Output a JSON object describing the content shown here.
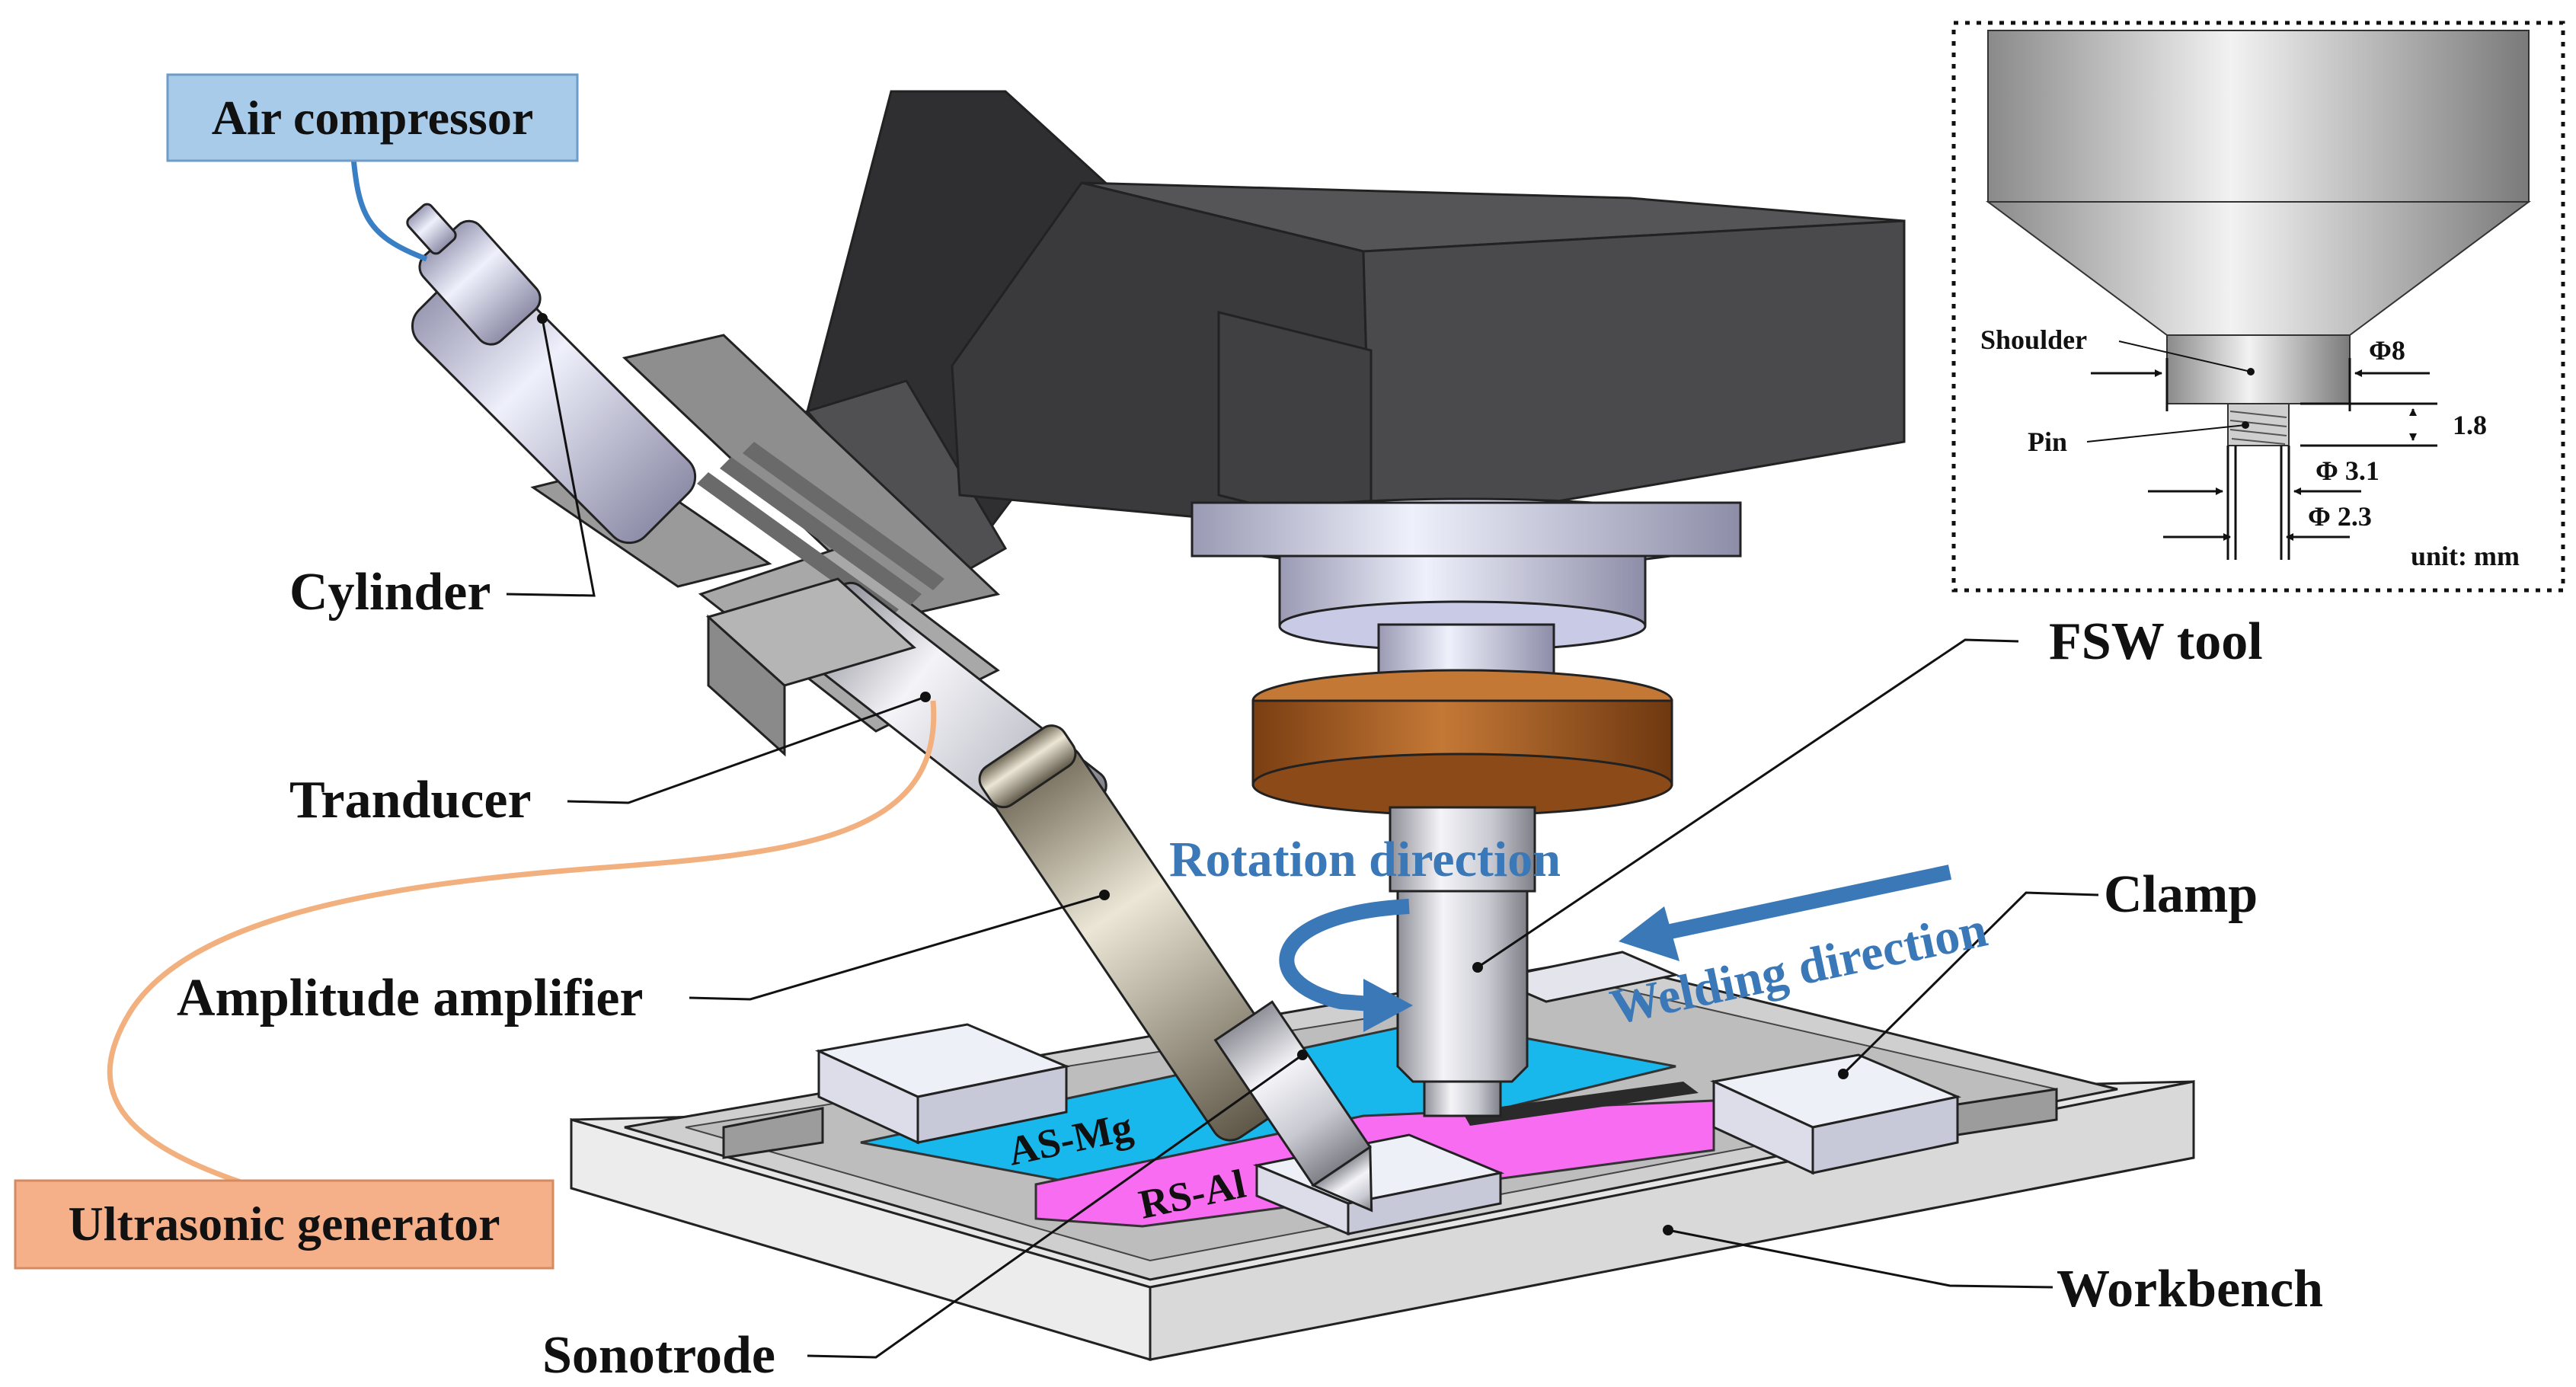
{
  "labels": {
    "air_compressor": "Air compressor",
    "cylinder": "Cylinder",
    "tranducer": "Tranducer",
    "amplitude_amplifier": "Amplitude amplifier",
    "ultrasonic_generator": "Ultrasonic generator",
    "sonotrode": "Sonotrode",
    "fsw_tool": "FSW tool",
    "clamp": "Clamp",
    "workbench": "Workbench",
    "rotation_direction": "Rotation direction",
    "welding_direction": "Welding direction",
    "as_mg": "AS-Mg",
    "rs_al": "RS-Al"
  },
  "inset": {
    "shoulder": "Shoulder",
    "pin": "Pin",
    "shoulder_diameter": "Φ8",
    "pin_length": "1.8",
    "pin_root_diameter": "Φ 3.1",
    "pin_tip_diameter": "Φ 2.3",
    "unit": "unit: mm"
  },
  "colors": {
    "air_box": "#a9cbea",
    "generator_box": "#f5b08a",
    "air_cable": "#3a7fc4",
    "generator_cable": "#f2b07e",
    "blue_arrow": "#3a78b8",
    "mg_plate": "#18b8ec",
    "al_plate": "#f76cf0",
    "flange": "#a05a1e",
    "machine_head": "#3e3e40"
  }
}
